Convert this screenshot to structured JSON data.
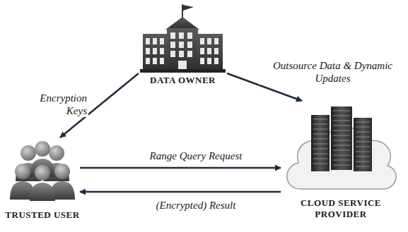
{
  "diagram": {
    "nodes": [
      {
        "text": [
          "DATA OWNER"
        ]
      },
      {
        "text": [
          "TRUSTED USER"
        ]
      },
      {
        "text": [
          "CLOUD SERVICE PROVIDER"
        ]
      }
    ],
    "edges": [
      {
        "from": 0,
        "to": 1,
        "label": "Encryption Keys",
        "arrow": "to"
      },
      {
        "from": 0,
        "to": 2,
        "label": "Outsource Data & Dynamic Updates",
        "arrow": "to"
      },
      {
        "from": 1,
        "to": 2,
        "label": "Range Query Request",
        "arrow": "to"
      },
      {
        "from": 2,
        "to": 1,
        "label": "(Encrypted) Result",
        "arrow": "to"
      }
    ]
  }
}
